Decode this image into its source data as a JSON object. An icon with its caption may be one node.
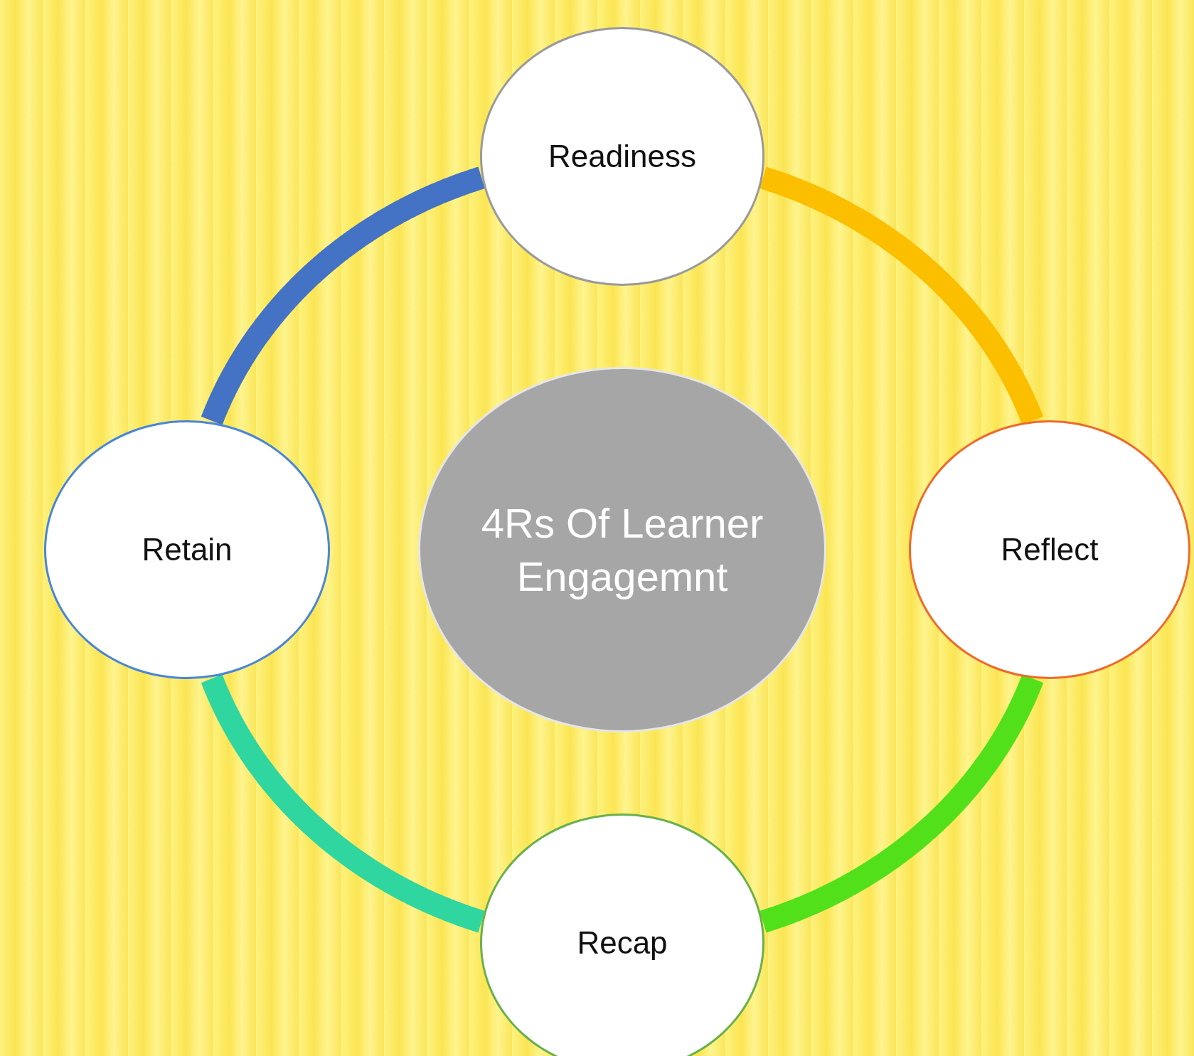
{
  "diagram": {
    "nodes": [
      {
        "text": [
          "Readiness"
        ]
      },
      {
        "text": [
          "Retain"
        ]
      },
      {
        "text": [
          "4Rs Of Learner Engagemnt"
        ]
      },
      {
        "text": [
          "Reflect"
        ]
      },
      {
        "text": [
          "Recap"
        ]
      }
    ],
    "edges": [
      {
        "from": 0,
        "to": 3,
        "arrow": "none",
        "color": "#fbbf00"
      },
      {
        "from": 3,
        "to": 4,
        "arrow": "none",
        "color": "#52e01a"
      },
      {
        "from": 4,
        "to": 1,
        "arrow": "none",
        "color": "#2fd6a0"
      },
      {
        "from": 1,
        "to": 0,
        "arrow": "none",
        "color": "#4472c4"
      }
    ]
  }
}
